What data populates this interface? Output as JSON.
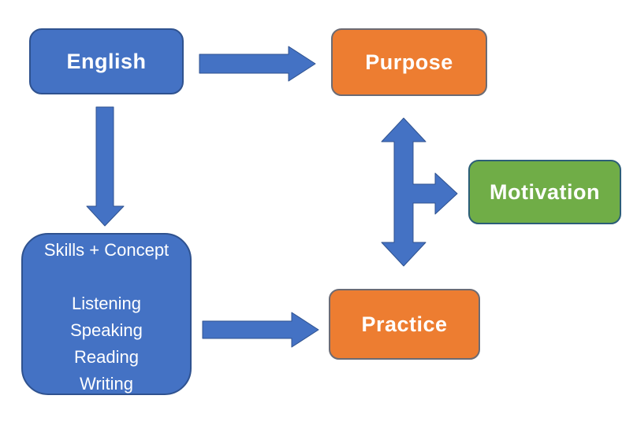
{
  "colors": {
    "background": "#ffffff",
    "text": "#ffffff",
    "blue": "#4472C4",
    "blue_border": "#2F528F",
    "orange": "#ED7D31",
    "orange_border": "#6b6b74",
    "green": "#70AD47",
    "green_border": "#2C5E78"
  },
  "boxes": {
    "english": {
      "label": "English"
    },
    "purpose": {
      "label": "Purpose"
    },
    "motivation": {
      "label": "Motivation"
    },
    "practice": {
      "label": "Practice"
    },
    "skills": {
      "title": "Skills + Concept",
      "items": [
        "Listening",
        "Speaking",
        "Reading",
        "Writing"
      ]
    }
  },
  "arrows": [
    {
      "name": "english-to-purpose",
      "type": "single-head",
      "direction": "right"
    },
    {
      "name": "english-to-skills",
      "type": "single-head",
      "direction": "down"
    },
    {
      "name": "skills-to-practice",
      "type": "single-head",
      "direction": "right"
    },
    {
      "name": "purpose-practice-with-motivation-branch",
      "type": "double-head-vertical-with-right-branch",
      "direction": "up-down-right"
    }
  ]
}
